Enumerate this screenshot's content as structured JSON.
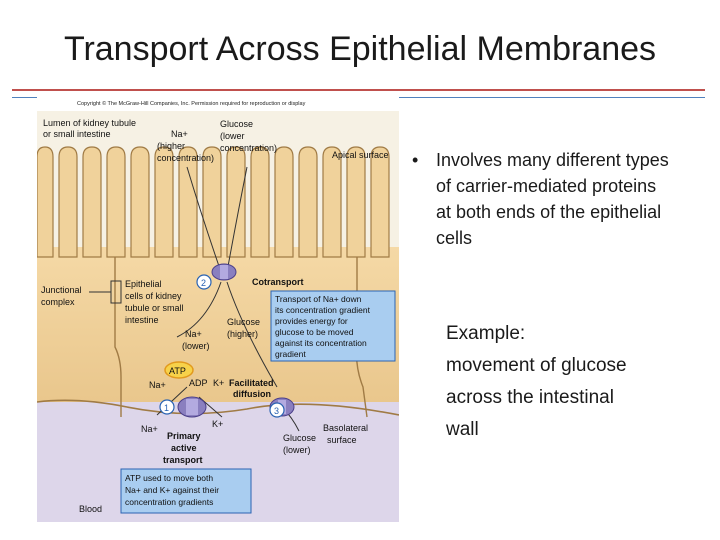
{
  "slide": {
    "title": "Transport Across Epithelial Membranes",
    "bullet": "Involves many different types of carrier-mediated proteins at both ends of the epithelial cells",
    "bullet_marker": "•",
    "example_lines": [
      "Example:",
      "movement of glucose",
      "across the intestinal",
      "wall"
    ]
  },
  "figure": {
    "copyright": "Copyright © The McGraw-Hill Companies, Inc. Permission required for reproduction or display",
    "lumen_label": [
      "Lumen of kidney tubule",
      "or small intestine"
    ],
    "na_high_label": [
      "Na+",
      "(higher",
      "concentration)"
    ],
    "glucose_low_label": [
      "Glucose",
      "(lower",
      "concentration)"
    ],
    "apical_label": "Apical surface",
    "junctional_label": [
      "Junctional",
      "complex"
    ],
    "epithelial_label": [
      "Epithelial",
      "cells of kidney",
      "tubule or small",
      "intestine"
    ],
    "cotransport_label": "Cotransport",
    "cotransport_box": [
      "Transport of Na+ down",
      "its concentration gradient",
      "provides energy for",
      "glucose to be moved",
      "against its concentration",
      "gradient"
    ],
    "na_lower_label": [
      "Na+",
      "(lower)"
    ],
    "glucose_higher_label": [
      "Glucose",
      "(higher)"
    ],
    "atp_label": "ATP",
    "adp_label": "ADP",
    "na_plus": "Na+",
    "k_plus": "K+",
    "facilitated_label": [
      "Facilitated",
      "diffusion"
    ],
    "basolateral_label": [
      "Basolateral",
      "surface"
    ],
    "glucose_lower_label": [
      "Glucose",
      "(lower)"
    ],
    "primary_label": [
      "Primary",
      "active",
      "transport"
    ],
    "atp_box": [
      "ATP used to move both",
      "Na+ and K+ against their",
      "concentration gradients"
    ],
    "blood_label": "Blood",
    "step_numbers": [
      "1",
      "2",
      "3"
    ]
  }
}
